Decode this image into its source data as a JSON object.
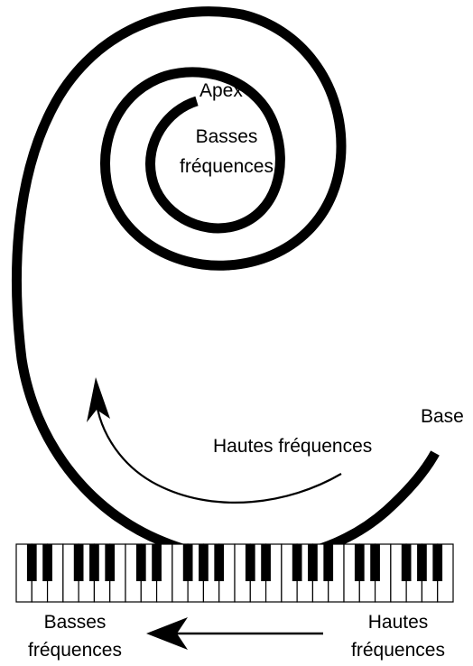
{
  "labels": {
    "apex": "Apex",
    "apex_freq_line1": "Basses",
    "apex_freq_line2": "fréquences",
    "base": "Base",
    "base_freq": "Hautes fréquences",
    "keyboard_left_line1": "Basses",
    "keyboard_left_line2": "fréquences",
    "keyboard_right_line1": "Hautes",
    "keyboard_right_line2": "fréquences"
  },
  "colors": {
    "ink": "#000000",
    "background": "#ffffff",
    "white_key": "#ffffff",
    "black_key": "#000000"
  },
  "keyboard": {
    "white_key_count": 28
  }
}
